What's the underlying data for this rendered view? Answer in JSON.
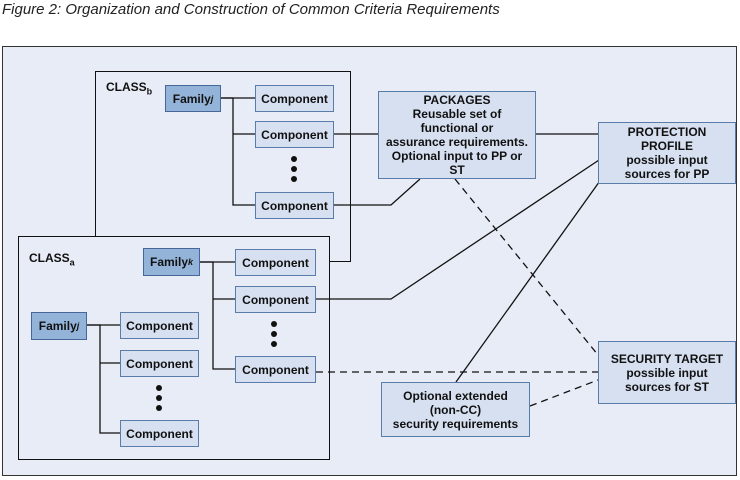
{
  "caption": "Figure 2: Organization and Construction of Common Criteria Requirements",
  "class_b": {
    "label": "CLASS",
    "sub": "b",
    "family": {
      "label": "Family",
      "sub": "j"
    },
    "components": [
      "Component",
      "Component",
      "Component"
    ]
  },
  "class_a": {
    "label": "CLASS",
    "sub": "a",
    "family_k": {
      "label": "Family",
      "sub": "k",
      "components": [
        "Component",
        "Component",
        "Component"
      ]
    },
    "family_j": {
      "label": "Family",
      "sub": "j",
      "components": [
        "Component",
        "Component",
        "Component"
      ]
    }
  },
  "packages": {
    "lines": [
      "PACKAGES",
      "Reusable set of",
      "functional or",
      "assurance requirements.",
      "Optional input to PP or ST"
    ]
  },
  "protection_profile": {
    "lines": [
      "PROTECTION PROFILE",
      "possible input",
      "sources for PP"
    ]
  },
  "security_target": {
    "lines": [
      "SECURITY TARGET",
      "possible input",
      "sources for ST"
    ]
  },
  "extended": {
    "lines": [
      "Optional extended",
      "(non-CC)",
      "security requirements"
    ]
  },
  "colors": {
    "background_panel": "#e8ecf6",
    "component_fill": "#d7e0f1",
    "family_fill": "#94b3d8",
    "border": "#5a7ca8"
  }
}
